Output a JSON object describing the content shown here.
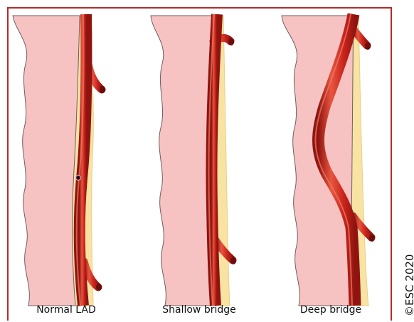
{
  "panels": [
    {
      "label": "Normal LAD"
    },
    {
      "label": "Shallow bridge"
    },
    {
      "label": "Deep bridge"
    }
  ],
  "copyright": "©ESC 2020",
  "colors": {
    "frame": "#b52a2a",
    "myocardium": "#f7c2c2",
    "myocardium_edge": "#6d5f5f",
    "epicardial_fat": "#f8e3a3",
    "artery": "#c8231b",
    "artery_highlight": "#e8553f",
    "artery_shadow": "#8f1410",
    "lumen": "#6b0d0d"
  }
}
